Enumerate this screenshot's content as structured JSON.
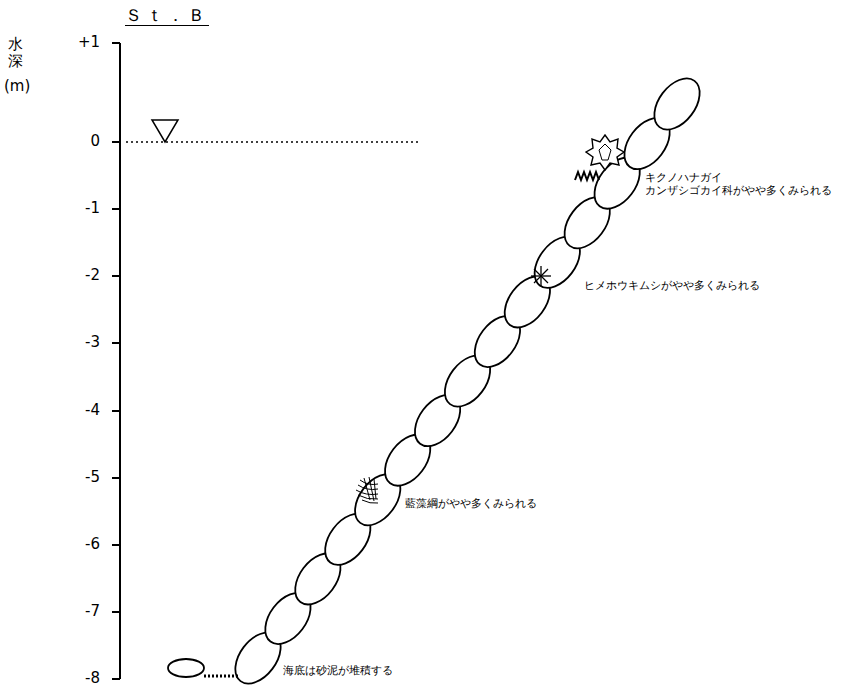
{
  "diagram": {
    "title": "Ｓｔ．Ｂ",
    "labels": [
      "水深",
      "(m)",
      "+1",
      "0",
      "-1",
      "-2",
      "-3",
      "-4",
      "-5",
      "-6",
      "-7",
      "-8",
      "キクノハナガイ カンザシゴカイ科がやや多くみられる",
      "ヒメホウキムシがやや多くみられる",
      "藍藻綱がやや多くみられる",
      "海底は砂泥が堆積する"
    ]
  }
}
